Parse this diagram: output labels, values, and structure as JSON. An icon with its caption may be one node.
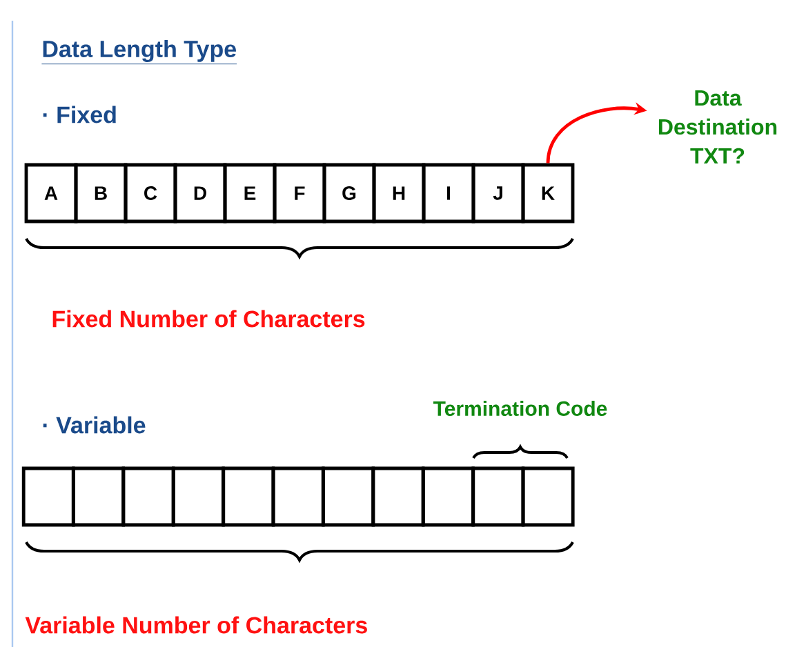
{
  "diagram": {
    "title": "Data Length Type",
    "nodes": [
      {
        "text": [
          "A"
        ]
      },
      {
        "text": [
          "B"
        ]
      },
      {
        "text": [
          "C"
        ]
      },
      {
        "text": [
          "D"
        ]
      },
      {
        "text": [
          "E"
        ]
      },
      {
        "text": [
          "F"
        ]
      },
      {
        "text": [
          "G"
        ]
      },
      {
        "text": [
          "H"
        ]
      },
      {
        "text": [
          "I"
        ]
      },
      {
        "text": [
          "J"
        ]
      },
      {
        "text": [
          "K"
        ]
      },
      {
        "text": [
          "Data Destination TXT?"
        ]
      },
      {
        "text": [],
        "shape": "box"
      },
      {
        "text": [],
        "shape": "box"
      },
      {
        "text": [],
        "shape": "box"
      },
      {
        "text": [],
        "shape": "box"
      },
      {
        "text": [],
        "shape": "box"
      },
      {
        "text": [],
        "shape": "box"
      },
      {
        "text": [],
        "shape": "box"
      },
      {
        "text": [],
        "shape": "box"
      },
      {
        "text": [],
        "shape": "box"
      },
      {
        "text": [],
        "shape": "box"
      },
      {
        "text": [],
        "shape": "box"
      }
    ],
    "edges": [
      {
        "from": 10,
        "to": 11,
        "arrow": "to",
        "color": "#ff0000"
      }
    ],
    "labels": [
      "· Fixed",
      "Fixed Number of Characters",
      "· Variable",
      "Termination Code",
      "Variable Number of Characters"
    ]
  }
}
